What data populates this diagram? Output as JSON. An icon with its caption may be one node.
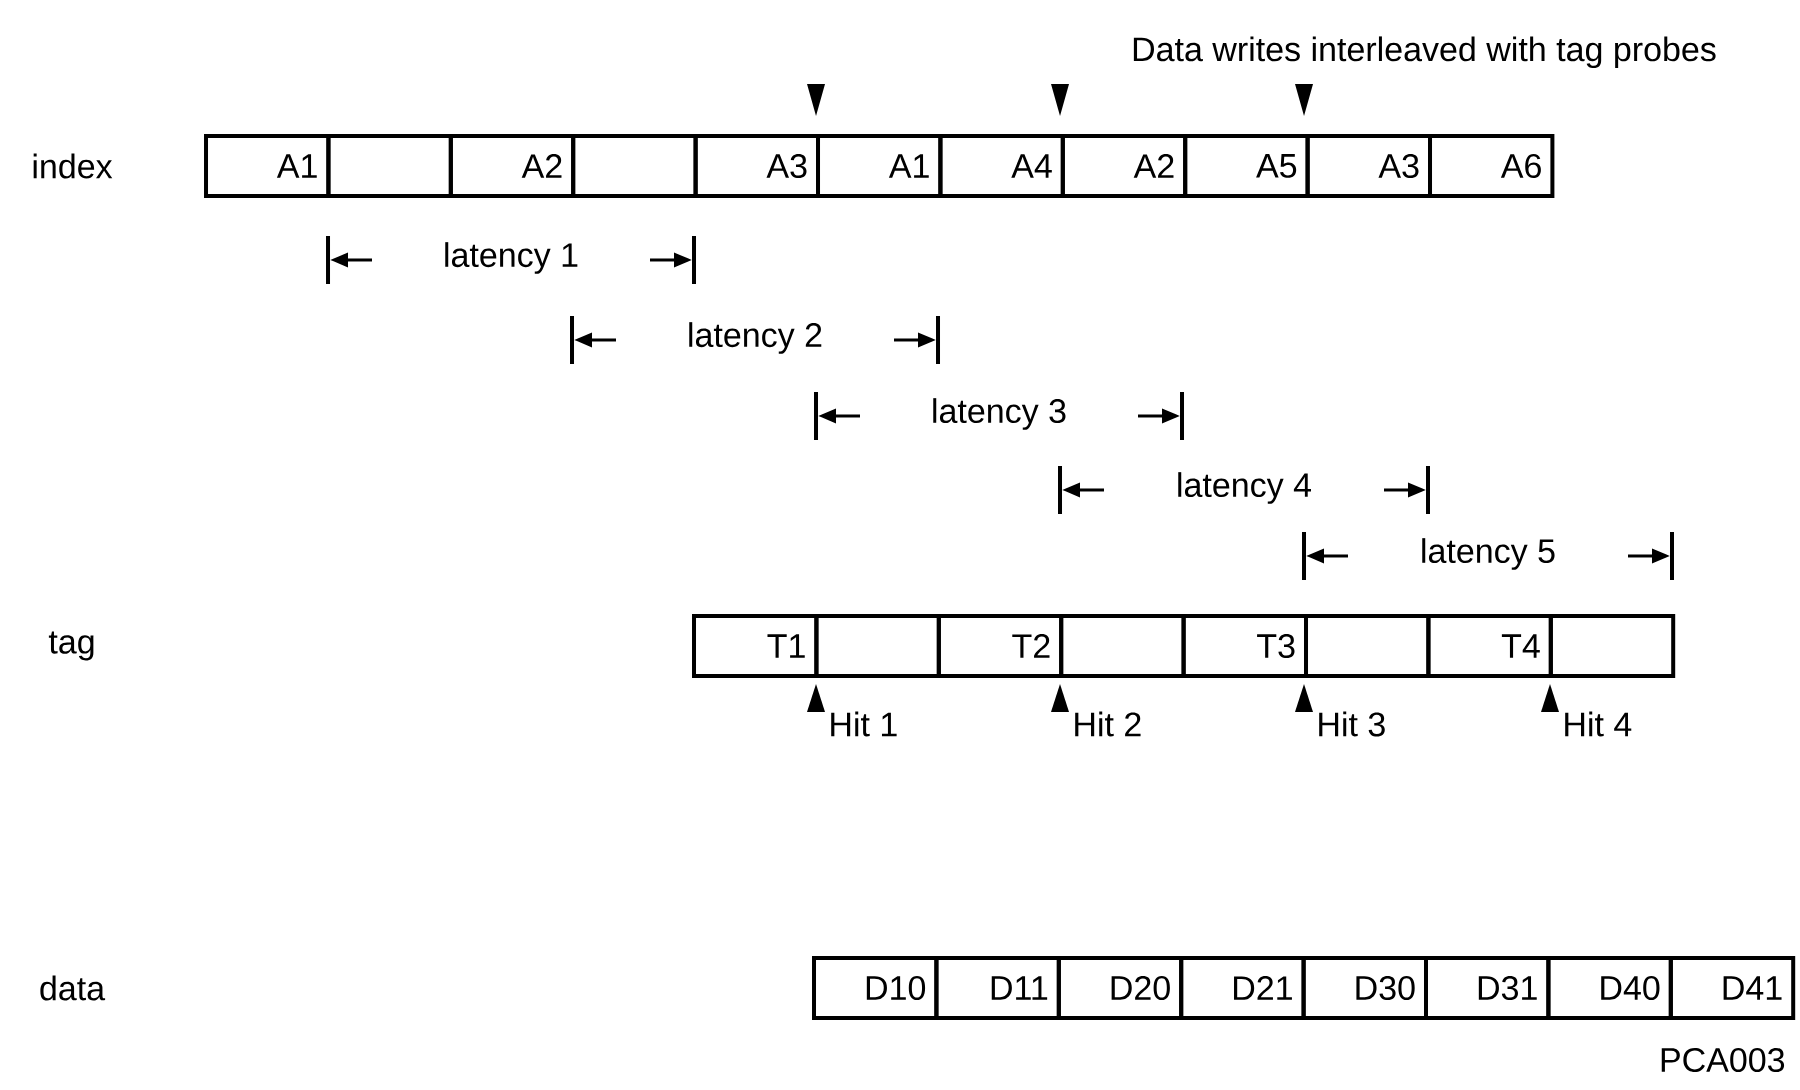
{
  "diagram": {
    "nodes": [
      {
        "text": [
          "A1"
        ]
      },
      {
        "text": [],
        "shape": "box"
      },
      {
        "text": [
          "A2"
        ]
      },
      {
        "text": [],
        "shape": "box"
      },
      {
        "text": [
          "A3"
        ]
      },
      {
        "text": [
          "A1"
        ]
      },
      {
        "text": [
          "A4"
        ]
      },
      {
        "text": [
          "A2"
        ]
      },
      {
        "text": [
          "A5"
        ]
      },
      {
        "text": [
          "A3"
        ]
      },
      {
        "text": [
          "A6"
        ]
      },
      {
        "text": [
          "T1"
        ]
      },
      {
        "text": [],
        "shape": "box"
      },
      {
        "text": [
          "T2"
        ]
      },
      {
        "text": [],
        "shape": "box"
      },
      {
        "text": [
          "T3"
        ]
      },
      {
        "text": [],
        "shape": "box"
      },
      {
        "text": [
          "T4"
        ]
      },
      {
        "text": [],
        "shape": "box"
      },
      {
        "text": [
          "D10"
        ]
      },
      {
        "text": [
          "D11"
        ]
      },
      {
        "text": [
          "D20"
        ]
      },
      {
        "text": [
          "D21"
        ]
      },
      {
        "text": [
          "D30"
        ]
      },
      {
        "text": [
          "D31"
        ]
      },
      {
        "text": [
          "D40"
        ]
      },
      {
        "text": [
          "D41"
        ]
      }
    ],
    "labels": [
      "Data writes interleaved with tag probes",
      "index",
      "latency 1",
      "latency 2",
      "latency 3",
      "latency 4",
      "latency 5",
      "tag",
      "Hit 1",
      "Hit 2",
      "Hit 3",
      "Hit 4",
      "data",
      "PCA003"
    ]
  }
}
